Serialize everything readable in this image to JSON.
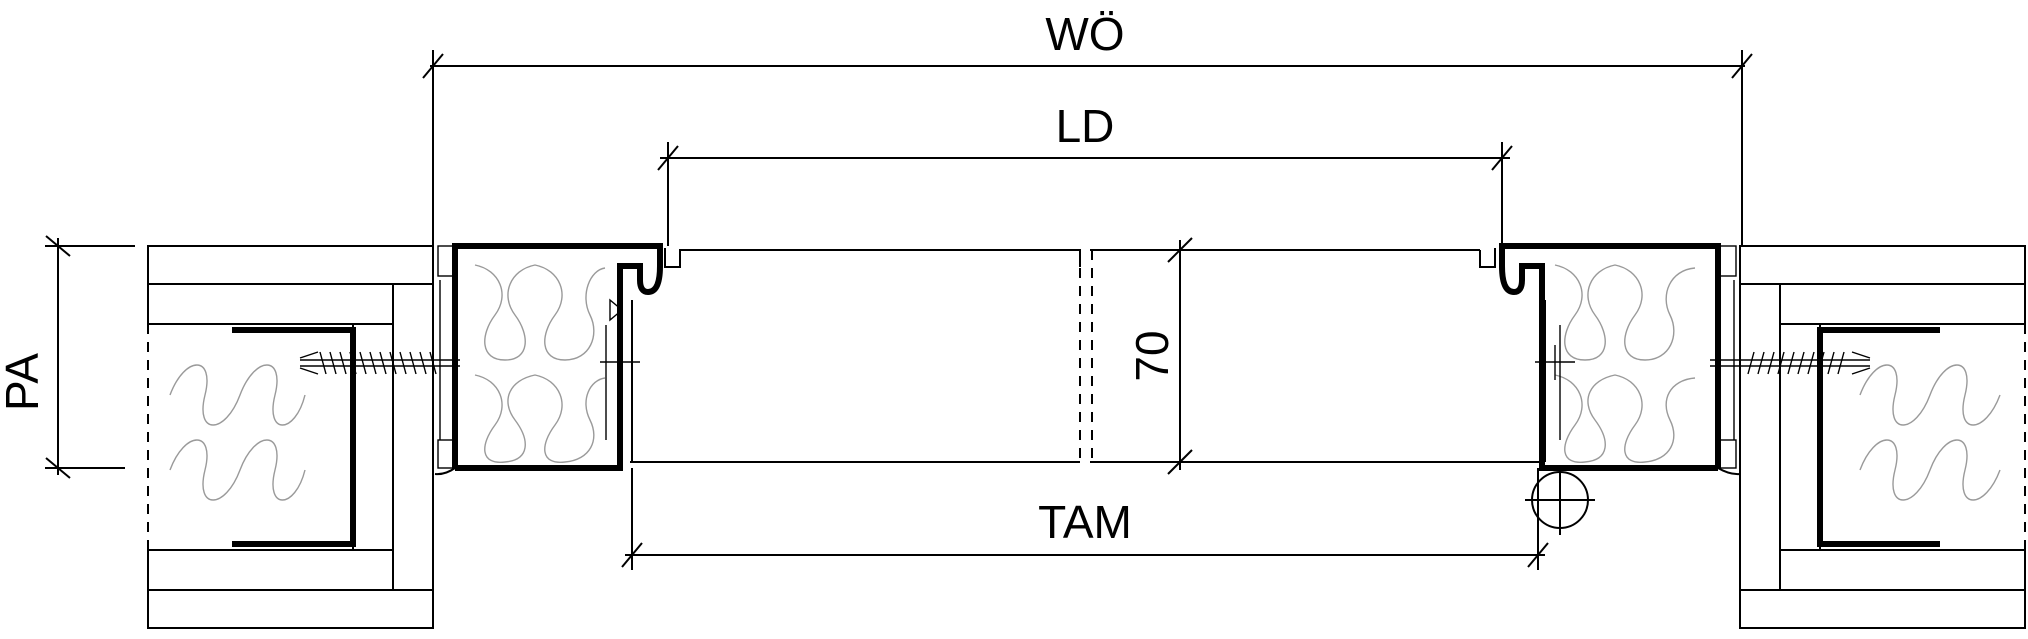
{
  "labels": {
    "wo": "WÖ",
    "ld": "LD",
    "tam": "TAM",
    "pa": "PA",
    "depth": "70"
  },
  "colors": {
    "line": "#000000",
    "insulation": "#9a9a9a",
    "background": "#ffffff"
  }
}
